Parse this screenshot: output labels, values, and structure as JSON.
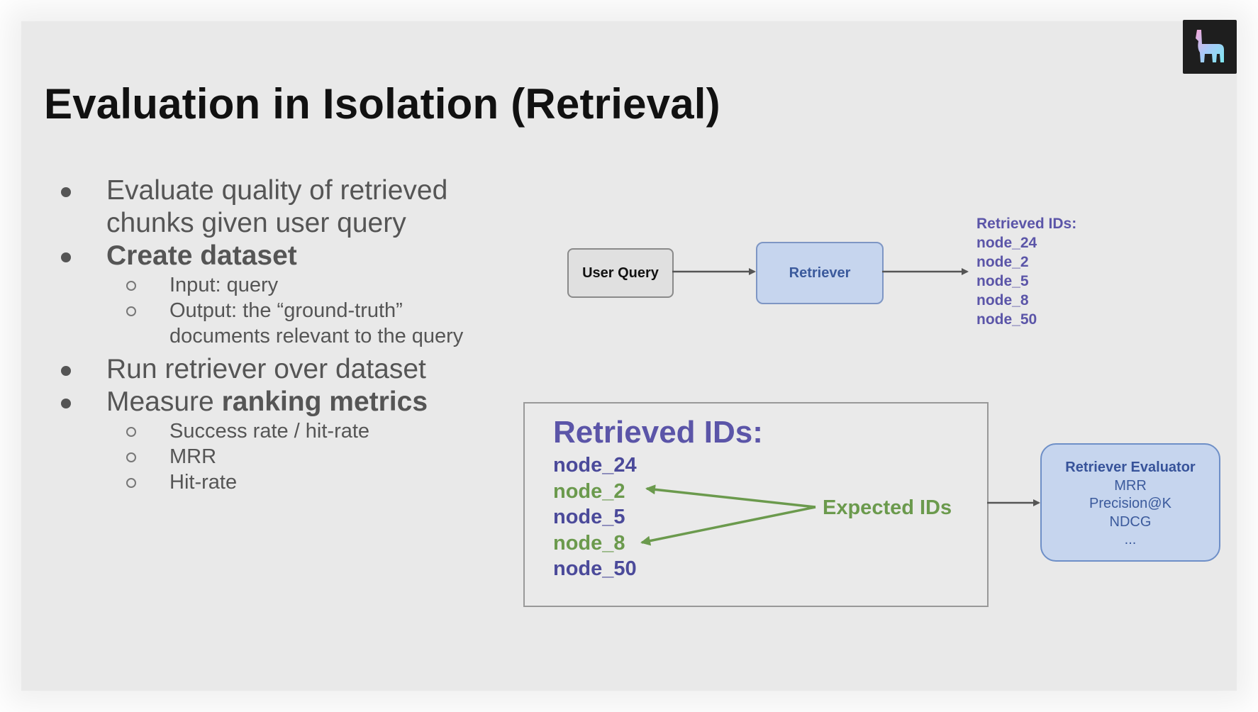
{
  "slide": {
    "title": "Evaluation in Isolation (Retrieval)",
    "bullets": [
      {
        "line1": "Evaluate quality of retrieved",
        "line2": "chunks given user query"
      },
      {
        "text": "Create dataset"
      },
      {
        "text": "Run retriever over dataset"
      },
      {
        "prefix": "Measure ",
        "bold": "ranking metrics"
      }
    ],
    "dataset_subitems": [
      "Input: query",
      "Output: the “ground-truth”",
      "documents relevant to the query"
    ],
    "metric_subitems": [
      "Success rate / hit-rate",
      "MRR",
      "Hit-rate"
    ]
  },
  "diagram": {
    "user_query_label": "User Query",
    "retriever_label": "Retriever",
    "retrieved_ids_title": "Retrieved IDs:",
    "retrieved_ids": [
      "node_24",
      "node_2",
      "node_5",
      "node_8",
      "node_50"
    ],
    "expected_label": "Expected IDs",
    "evaluator": {
      "title": "Retriever Evaluator",
      "metrics": [
        "MRR",
        "Precision@K",
        "NDCG",
        "..."
      ]
    }
  },
  "colors": {
    "ids_purple": "#4b4a9a",
    "expected_green": "#6b9a4d",
    "retriever_fill": "#c6d5ee",
    "retriever_text": "#3b5a9c"
  },
  "icons": {
    "logo": "llama-logo-icon"
  }
}
